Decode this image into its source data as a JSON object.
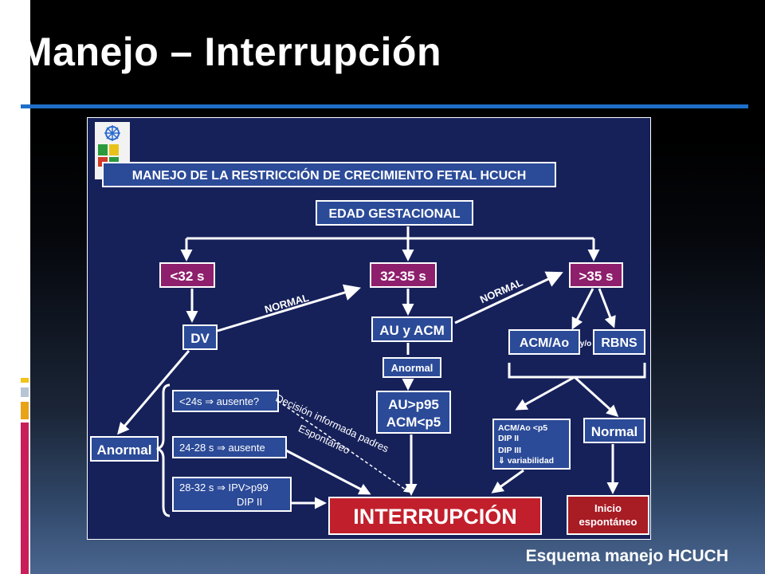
{
  "slide": {
    "title": "Manejo – Interrupción",
    "caption": "Esquema manejo HCUCH"
  },
  "colors": {
    "title_rule": "#1f6fc8",
    "diagram_bg": "#16215a",
    "box_blue": "#2b4a98",
    "box_purple": "#8e1f6c",
    "box_red": "#c21f2c",
    "arrow": "#ffffff"
  },
  "flowchart": {
    "header": "MANEJO DE LA RESTRICCIÓN DE CRECIMIENTO FETAL HCUCH",
    "edad": "EDAD GESTACIONAL",
    "lt32": "<32 s",
    "mid": "32-35 s",
    "gt35": ">35 s",
    "dv": "DV",
    "au_acm": "AU y ACM",
    "acm_ao": "ACM/Ao",
    "yo": "y/o",
    "rbns": "RBNS",
    "normal_left": "NORMAL",
    "normal_right": "NORMAL",
    "anormal_small": "Anormal",
    "au_p95": "AU>p95",
    "acm_p5": "ACM<p5",
    "anormal": "Anormal",
    "cond1": "<24s ⇒ ausente?",
    "cond2": "24-28 s ⇒ ausente",
    "cond3a": "28-32 s ⇒ IPV>p99",
    "cond3b": "DIP II",
    "decision1": "Decisión informada padres",
    "decision2": "Espontáneo",
    "acm_list": [
      "ACM/Ao <p5",
      "DIP II",
      "DIP III",
      "⇓ variabilidad"
    ],
    "normal_box": "Normal",
    "interrupcion": "INTERRUPCIÓN",
    "inicio1": "Inicio",
    "inicio2": "espontáneo"
  }
}
